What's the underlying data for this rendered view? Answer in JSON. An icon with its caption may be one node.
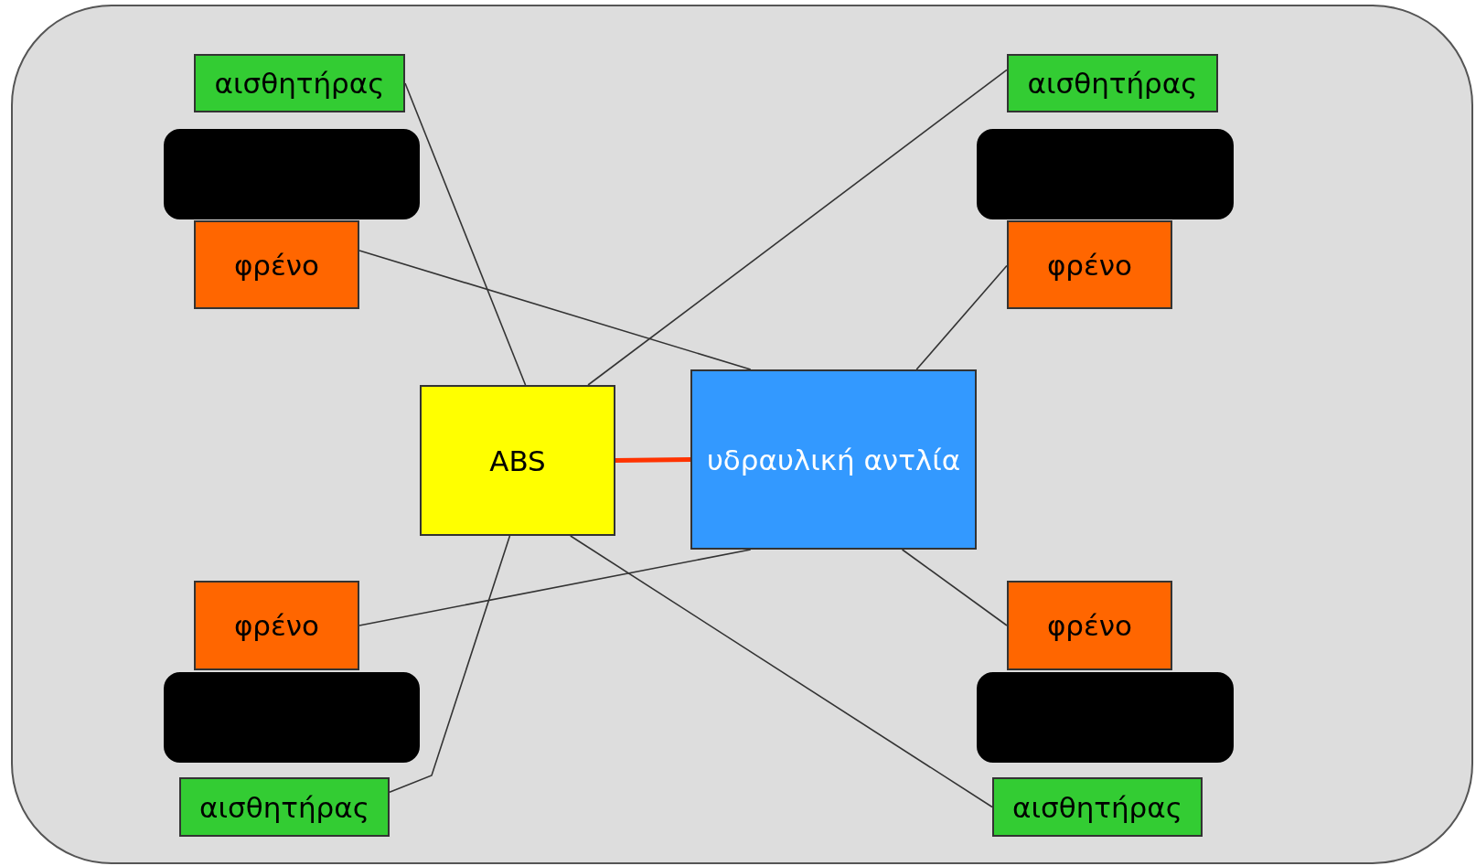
{
  "diagram": {
    "nodes": [
      {
        "text": [],
        "shape": "box"
      },
      {
        "text": [
          "αισθητήρας"
        ],
        "in": 0
      },
      {
        "text": [
          "αισθητήρας"
        ],
        "in": 0
      },
      {
        "text": [],
        "shape": "box",
        "in": 0
      },
      {
        "text": [],
        "shape": "box",
        "in": 0
      },
      {
        "text": [
          "φρένο"
        ],
        "in": 0
      },
      {
        "text": [
          "φρένο"
        ],
        "in": 0
      },
      {
        "text": [
          "ABS"
        ],
        "in": 0
      },
      {
        "text": [
          "υδραυλική αντλία"
        ],
        "in": 0
      },
      {
        "text": [
          "φρένο"
        ],
        "in": 0
      },
      {
        "text": [
          "φρένο"
        ],
        "in": 0
      },
      {
        "text": [],
        "shape": "box",
        "in": 0
      },
      {
        "text": [],
        "shape": "box",
        "in": 0
      },
      {
        "text": [
          "αισθητήρας"
        ],
        "in": 0
      },
      {
        "text": [
          "αισθητήρας"
        ],
        "in": 0
      }
    ],
    "edges": [
      {
        "from": 1,
        "to": 7,
        "arrow": "none"
      },
      {
        "from": 2,
        "to": 7,
        "arrow": "none"
      },
      {
        "from": 5,
        "to": 8,
        "arrow": "none"
      },
      {
        "from": 6,
        "to": 8,
        "arrow": "none"
      },
      {
        "from": 7,
        "to": 8,
        "arrow": "none",
        "style": "thick",
        "color": "#ff3300"
      },
      {
        "from": 9,
        "to": 8,
        "arrow": "none"
      },
      {
        "from": 10,
        "to": 8,
        "arrow": "none"
      },
      {
        "from": 13,
        "to": 7,
        "arrow": "none"
      },
      {
        "from": 14,
        "to": 7,
        "arrow": "none"
      }
    ]
  }
}
